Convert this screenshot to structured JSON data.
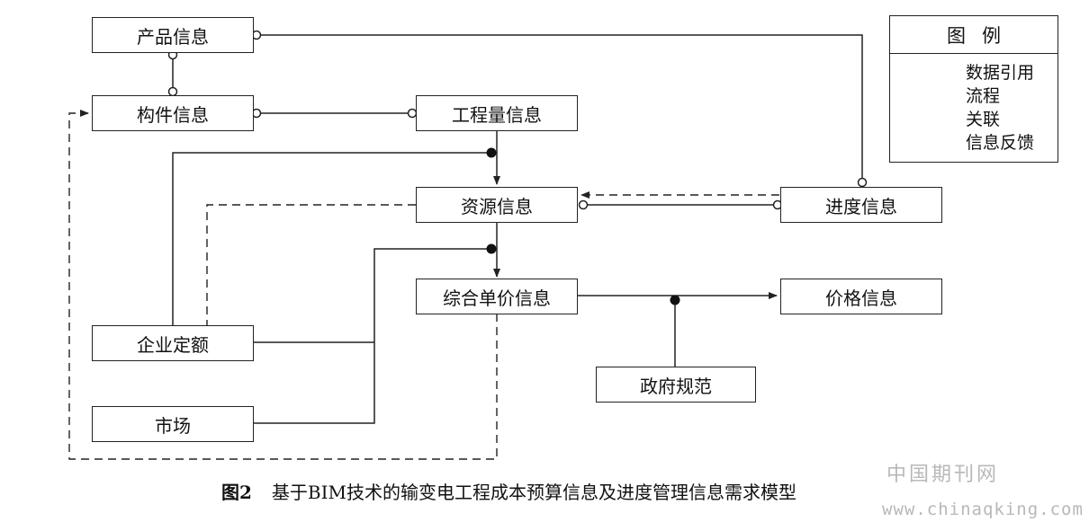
{
  "nodes": {
    "product": "产品信息",
    "component": "构件信息",
    "quantity": "工程量信息",
    "resource": "资源信息",
    "schedule": "进度信息",
    "unit_price": "综合单价信息",
    "price": "价格信息",
    "enterprise_quota": "企业定额",
    "market": "市场",
    "gov_standard": "政府规范"
  },
  "legend": {
    "title": "图例",
    "items": [
      {
        "label": "数据引用",
        "style": "data-reference"
      },
      {
        "label": "流程",
        "style": "flow"
      },
      {
        "label": "关联",
        "style": "association"
      },
      {
        "label": "信息反馈",
        "style": "info-feedback"
      }
    ]
  },
  "caption": {
    "number": "图2",
    "text": "基于BIM技术的输变电工程成本预算信息及进度管理信息需求模型"
  },
  "watermark": {
    "line1": "中国期刊网",
    "line2": "www.chinaqking.com"
  }
}
